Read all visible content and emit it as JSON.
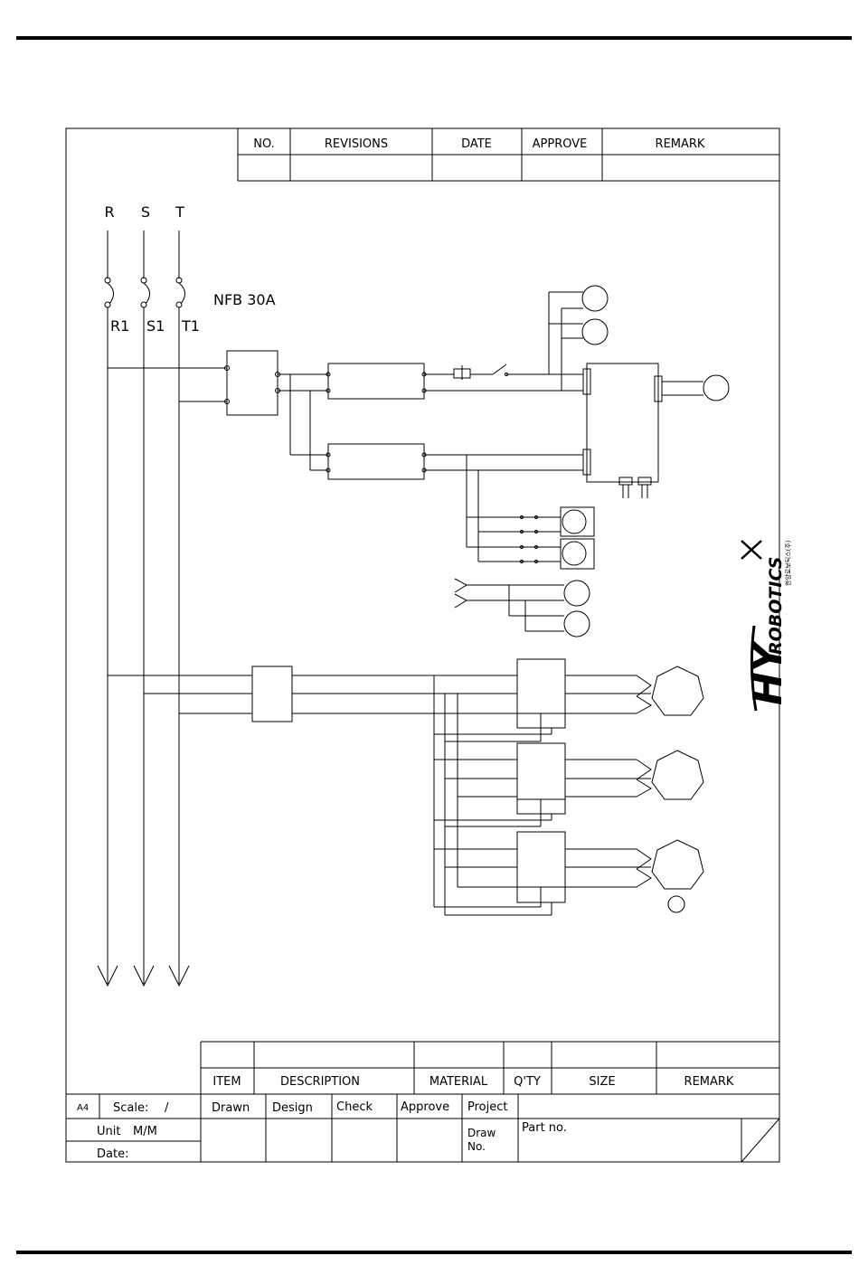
{
  "revision_table": {
    "headers": [
      "NO.",
      "REVISIONS",
      "DATE",
      "APPROVE",
      "REMARK"
    ]
  },
  "phase_labels": [
    "R",
    "S",
    "T"
  ],
  "breaker": {
    "label": "NFB  30A",
    "outputs": [
      "R1",
      "S1",
      "T1"
    ]
  },
  "bom_table": {
    "headers": [
      "ITEM",
      "DESCRIPTION",
      "MATERIAL",
      "Q'TY",
      "SIZE",
      "REMARK"
    ]
  },
  "title_block": {
    "paper": "A4",
    "scale_label": "Scale:",
    "scale_value": "/",
    "unit_label": "Unit",
    "unit_value": "M/M",
    "date_label": "Date:",
    "drawn": "Drawn",
    "design": "Design",
    "check": "Check",
    "approve": "Approve",
    "project": "Project",
    "draw_no_line1": "Draw",
    "draw_no_line2": "No.",
    "part_no": "Part  no."
  },
  "logo": {
    "main": "HY",
    "sub": "ROBOTICS",
    "korean": "한양로보틱스(주)"
  }
}
